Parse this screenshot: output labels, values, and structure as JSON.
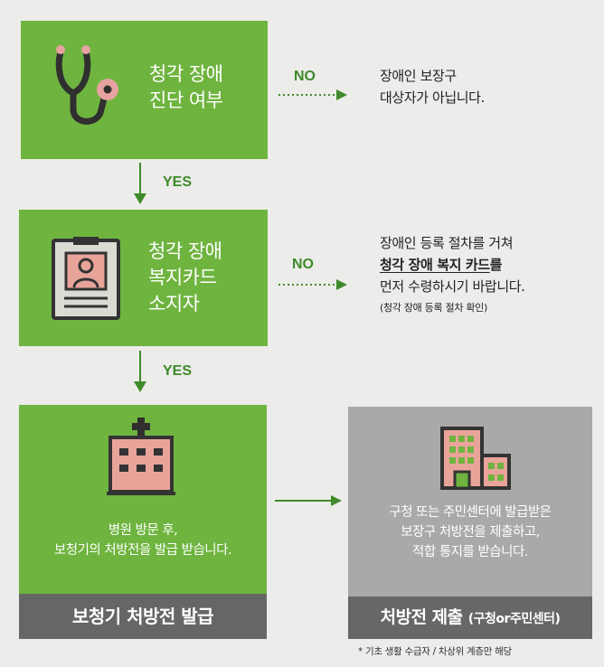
{
  "step1": {
    "icon": "stethoscope-icon",
    "title_lines": [
      "청각 장애",
      "진단 여부"
    ],
    "no_label": "NO",
    "no_note_lines": [
      "장애인 보장구",
      "대상자가 아닙니다."
    ]
  },
  "yes1": "YES",
  "step2": {
    "icon": "id-card-icon",
    "title_lines": [
      "청각 장애",
      "복지카드",
      "소지자"
    ],
    "no_label": "NO",
    "no_note": {
      "line1": "장애인 등록 절차를 거쳐",
      "line2_bold": "청각 장애 복지 카드",
      "line2_rest": "를",
      "line3": "먼저 수령하시기 바랍니다.",
      "line4": "(청각 장애 등록 절차 확인)"
    }
  },
  "yes2": "YES",
  "step3": {
    "icon": "hospital-icon",
    "text_lines": [
      "병원 방문 후,",
      "보청기의 처방전을 발급 받습니다."
    ],
    "footer": "보청기 처방전 발급"
  },
  "step4": {
    "icon": "office-building-icon",
    "text_lines": [
      "구청 또는 주민센터에 발급받은",
      "보장구 처방전을 제출하고,",
      "적합 통지를 받습니다."
    ],
    "footer_main": "처방전 제출",
    "footer_paren": "(구청or주민센터)",
    "footnote": "* 기초 생활 수급자 / 차상위 계층만 해당"
  },
  "colors": {
    "green": "#6fb43f",
    "gray_box": "#a9a9a7",
    "dark_footer": "#666666",
    "accent_green_text": "#3f8a2a",
    "background": "#ececea"
  }
}
